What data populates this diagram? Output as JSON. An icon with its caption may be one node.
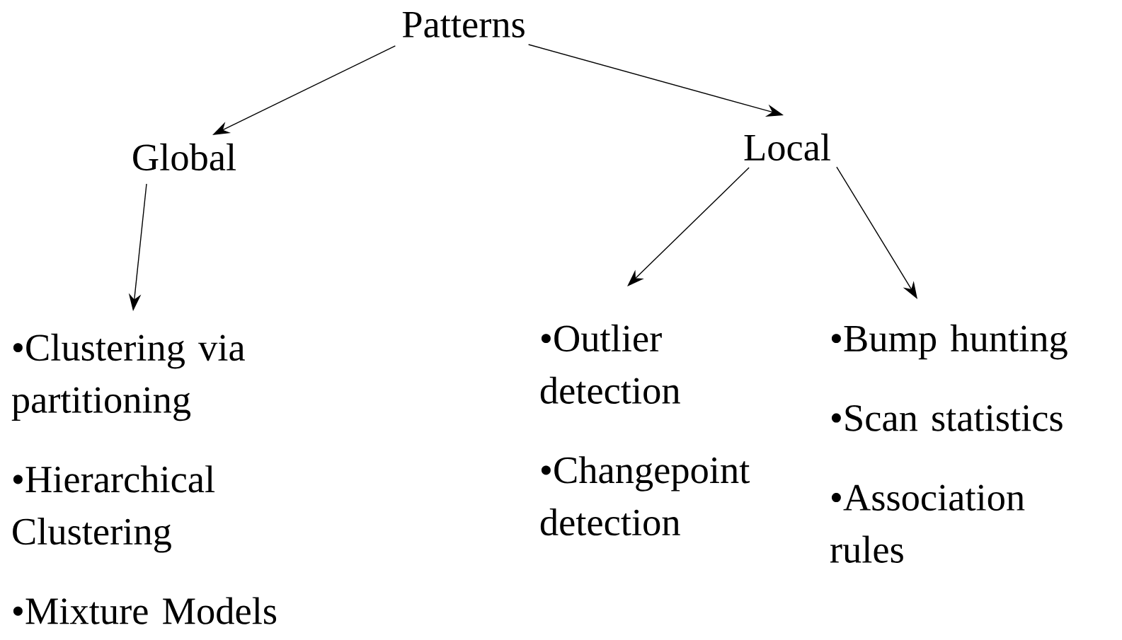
{
  "diagram": {
    "nodes": [
      {
        "text": [
          "Patterns"
        ]
      },
      {
        "text": [
          "Global"
        ]
      },
      {
        "text": [
          "Local"
        ]
      },
      {
        "text": [
          "•Clustering via partitioning",
          "•Hierarchical Clustering",
          "•Mixture Models"
        ]
      },
      {
        "text": [
          "•Outlier detection",
          "•Changepoint detection"
        ]
      },
      {
        "text": [
          "•Bump hunting",
          "•Scan statistics",
          "•Association rules"
        ]
      }
    ],
    "edges": [
      {
        "from": 0,
        "to": 1,
        "arrow": "to"
      },
      {
        "from": 0,
        "to": 2,
        "arrow": "to"
      },
      {
        "from": 1,
        "to": 3,
        "arrow": "to"
      },
      {
        "from": 2,
        "to": 4,
        "arrow": "to"
      },
      {
        "from": 2,
        "to": 5,
        "arrow": "to"
      }
    ]
  }
}
